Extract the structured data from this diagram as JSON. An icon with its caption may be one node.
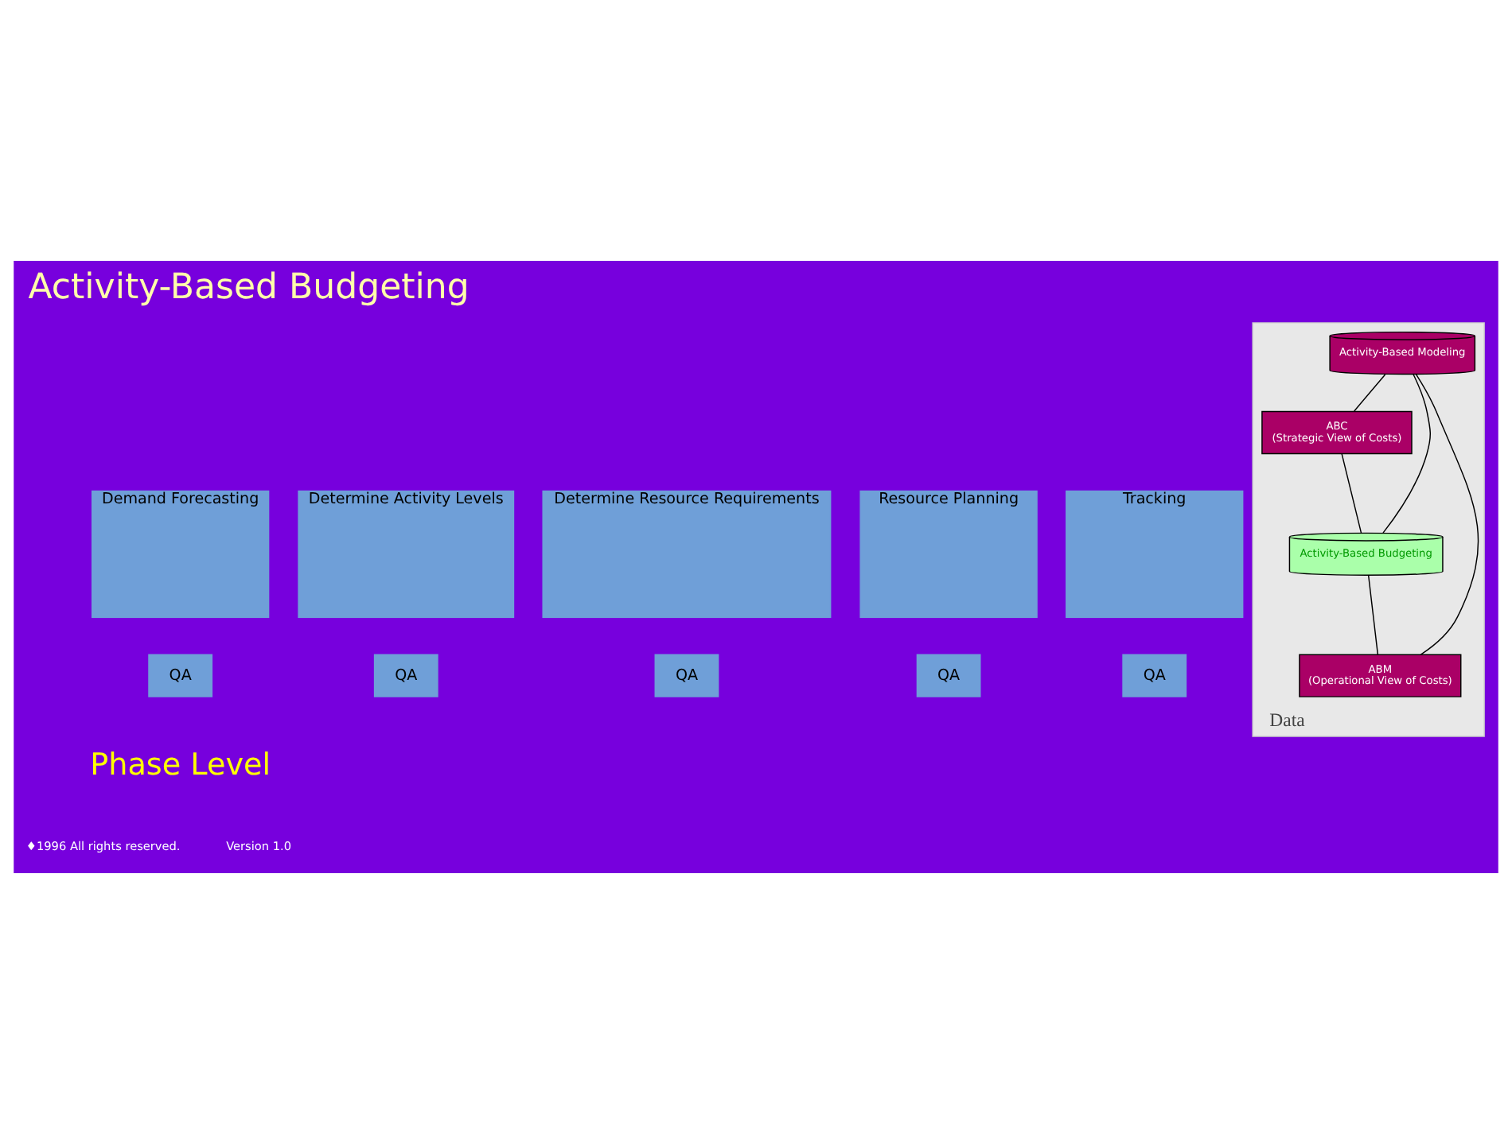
{
  "diagram": {
    "title": "Activity-Based Budgeting",
    "nodes": [
      {
        "text": [
          "Data"
        ]
      },
      {
        "text": [
          "ABC",
          "(Strategic View of Costs)"
        ],
        "in": 0
      },
      {
        "text": [
          "Activity-Based Modeling"
        ],
        "in": 0
      },
      {
        "text": [
          "Activity-Based Budgeting"
        ],
        "in": 0
      },
      {
        "text": [
          "ABM",
          "(Operational View of Costs)"
        ],
        "in": 0
      },
      {
        "text": [
          "Demand Forecasting"
        ]
      },
      {
        "text": [
          "Determine Activity Levels"
        ]
      },
      {
        "text": [
          "Determine Resource Requirements"
        ]
      },
      {
        "text": [
          "Resource Planning"
        ]
      },
      {
        "text": [
          "Tracking"
        ]
      },
      {
        "text": [
          "QA"
        ]
      },
      {
        "text": [
          "QA"
        ]
      },
      {
        "text": [
          "QA"
        ]
      },
      {
        "text": [
          "QA"
        ]
      },
      {
        "text": [
          "QA"
        ]
      }
    ],
    "edges": [
      {
        "from": 2,
        "to": 1,
        "arrow": "none"
      },
      {
        "from": 2,
        "to": 3,
        "arrow": "none"
      },
      {
        "from": 2,
        "to": 4,
        "arrow": "none"
      },
      {
        "from": 1,
        "to": 3,
        "arrow": "none"
      },
      {
        "from": 3,
        "to": 4,
        "arrow": "none"
      }
    ],
    "labels": [
      "Phase Level",
      "♦1996 All rights reserved.",
      "Version 1.0"
    ]
  }
}
